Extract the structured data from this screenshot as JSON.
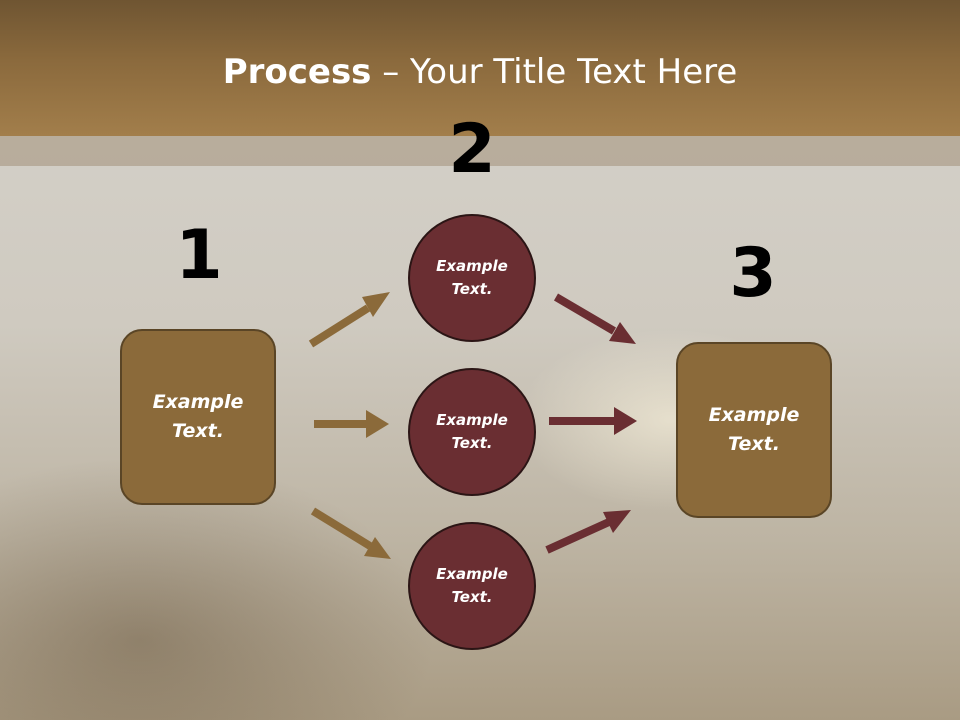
{
  "slide": {
    "title_bold": "Process",
    "title_rest": " – Your Title Text Here",
    "steps": [
      {
        "number": "1",
        "label": "Example\nText."
      },
      {
        "number": "2",
        "label": "Example\nText."
      },
      {
        "number": "3",
        "label": "Example\nText."
      }
    ],
    "circles": [
      {
        "label": "Example\nText."
      },
      {
        "label": "Example\nText."
      },
      {
        "label": "Example\nText."
      }
    ]
  },
  "colors": {
    "header": "#8b6a3d",
    "box_fill": "#8b6a3a",
    "circle_fill": "#6a2e32",
    "arrow_tan": "#8b6a3a",
    "arrow_maroon": "#6a2e32"
  }
}
